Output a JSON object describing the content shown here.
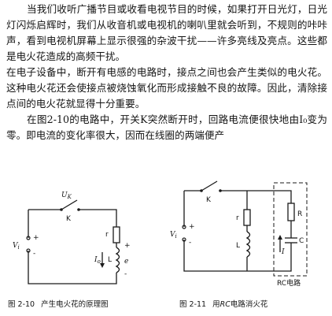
{
  "paragraphs": [
    "当我们收听广播节目或收看电视节目的时候，如果打开日光灯，日光灯闪烁启辉时，我们从收音机或电视机的喇叭里就会听到，不规则的咔咔声，看到电视机屏幕上显示很强的杂波干扰——许多亮线及亮点。这些都是电火花造成的高频干扰。",
    "在电子设备中，断开有电感的电路时，接点之间也会产生类似的电火花。这种电火花还会使接点被烧蚀氧化而形成接触不良的故障。因此，清除接点间的电火花就显得十分重要。",
    "在图2-10的电路中，开关K突然断开时，回路电流便很快地由I₀变为零。即电流的变化率很大，因而在线圈的两端便产"
  ],
  "figure_2_10": {
    "caption_number": "图 2-10",
    "caption_text": "产生电火花的原理图",
    "labels": {
      "switch_voltage": "U",
      "switch_voltage_sub": "K",
      "switch": "K",
      "source": "V",
      "source_sub": "i",
      "plus": "+",
      "minus": "-",
      "resistor": "r",
      "current": "I",
      "current_sub": "o",
      "inductor": "L",
      "inductor_voltage": "e"
    }
  },
  "figure_2_11": {
    "caption_number": "图 2-11",
    "caption_text_pre": "用",
    "caption_text_em": "RC",
    "caption_text_post": "电路消火花",
    "labels": {
      "switch": "K",
      "source": "V",
      "source_sub": "i",
      "plus": "+",
      "minus": "-",
      "resistor": "r",
      "inductor": "L",
      "rc_resistor": "R",
      "capacitor": "C",
      "capacitor_current": "I",
      "box_label": "RC电路"
    }
  }
}
